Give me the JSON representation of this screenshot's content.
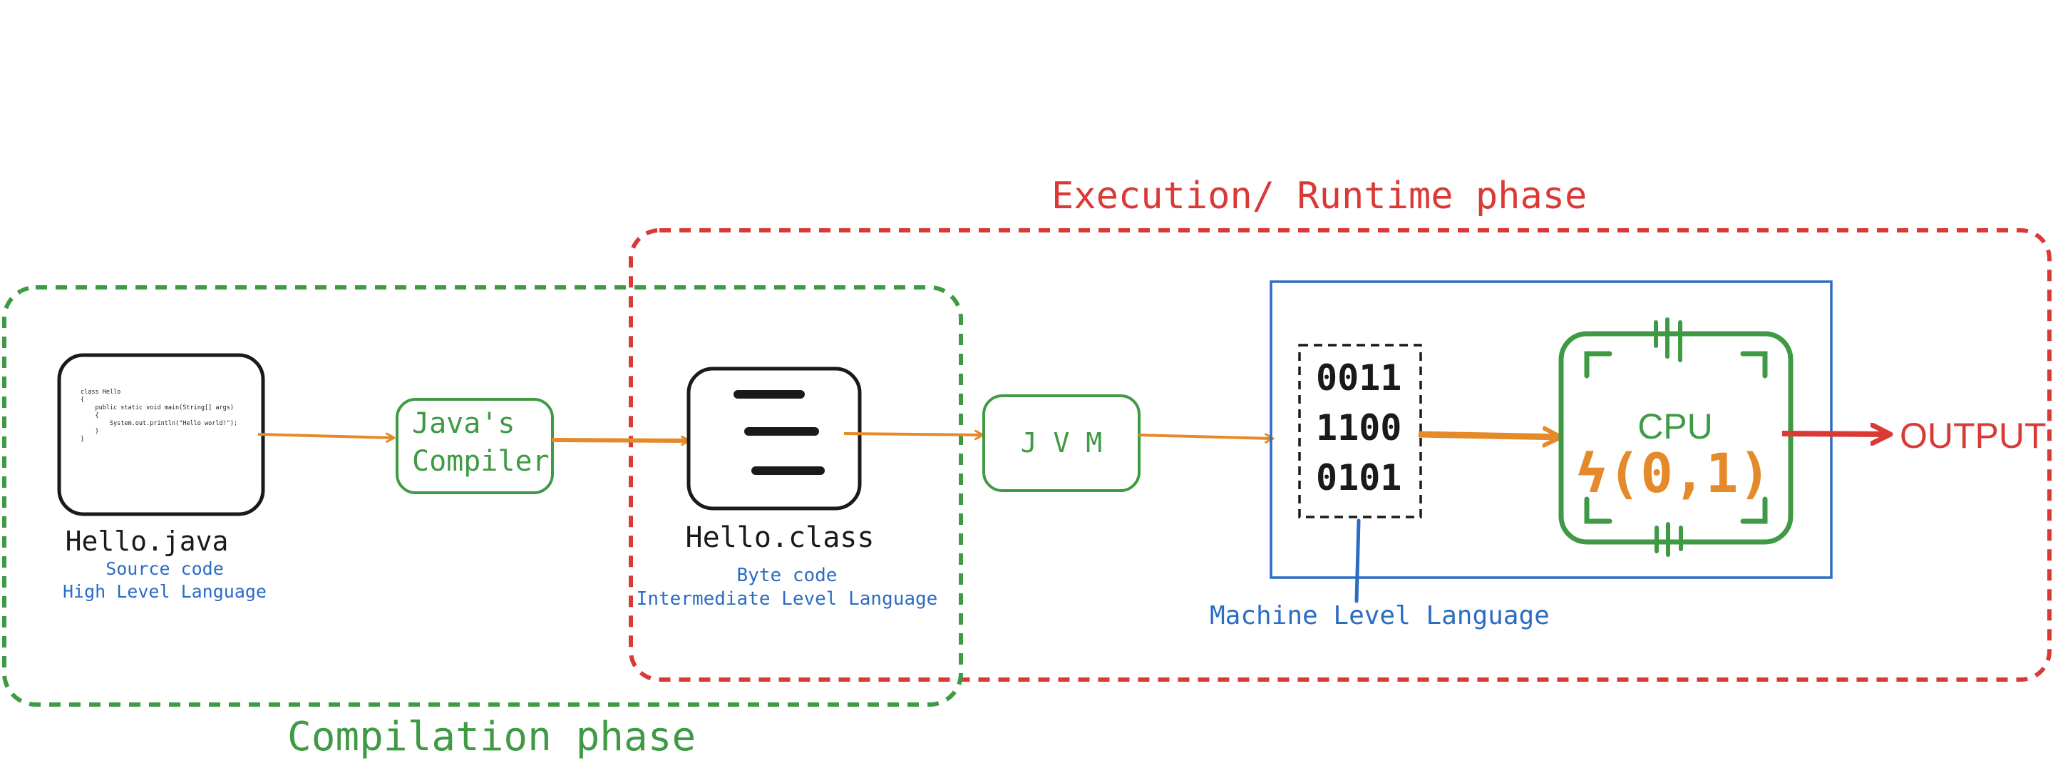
{
  "phases": {
    "execution_title": "Execution/ Runtime phase",
    "compilation_title": "Compilation phase"
  },
  "source_file": {
    "name": "Hello.java",
    "subtitle_1": "Source code",
    "subtitle_2": "High Level Language",
    "code_lines": [
      "class Hello",
      "{",
      "    public static void main(String[] args)",
      "    {",
      "        System.out.println(\"Hello world!\");",
      "    }",
      "}"
    ]
  },
  "compiler": {
    "line_1": "Java's",
    "line_2": "Compiler"
  },
  "class_file": {
    "name": "Hello.class",
    "subtitle_1": "Byte code",
    "subtitle_2": "Intermediate Level Language"
  },
  "jvm": {
    "label": "J V M"
  },
  "machine": {
    "binary": [
      "0011",
      "1100",
      "0101"
    ],
    "label": "Machine Level Language"
  },
  "cpu": {
    "label": "CPU",
    "symbol": "ϟ(0,1)"
  },
  "output": {
    "label": "OUTPUT"
  },
  "colors": {
    "green": "#3f9a44",
    "red": "#d93a36",
    "blue": "#2b6cc4",
    "orange": "#e58a2a",
    "black": "#1a1a1a"
  }
}
